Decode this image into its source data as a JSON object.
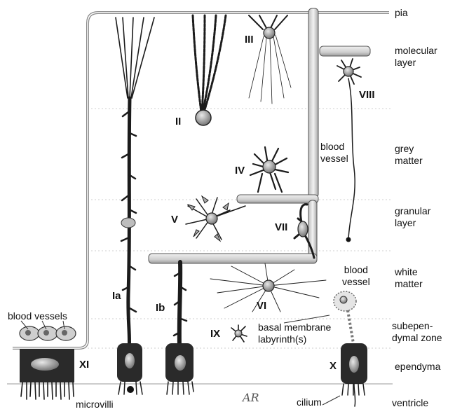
{
  "layers": {
    "pia": "pia",
    "molecular": [
      "molecular",
      "layer"
    ],
    "grey": [
      "grey",
      "matter"
    ],
    "granular": [
      "granular",
      "layer"
    ],
    "white": [
      "white",
      "matter"
    ],
    "subependymal": [
      "subepen-",
      "dymal zone"
    ],
    "ependyma": "ependyma",
    "ventricle": "ventricle"
  },
  "cell_labels": {
    "ia": "Ia",
    "ib": "Ib",
    "ii": "II",
    "iii": "III",
    "iv": "IV",
    "v": "V",
    "vi": "VI",
    "vii": "VII",
    "viii": "VIII",
    "ix": "IX",
    "x": "X",
    "xi": "XI"
  },
  "annotations": {
    "blood_vessel_upper": [
      "blood",
      "vessel"
    ],
    "blood_vessel_lower": [
      "blood",
      "vessel"
    ],
    "blood_vessels": "blood vessels",
    "basal_membrane": [
      "basal membrane",
      "labyrinth(s)"
    ],
    "microvilli": "microvilli",
    "cilium": "cilium",
    "signature": "AR"
  },
  "colors": {
    "ink": "#111111",
    "vessel_fill": "#d9d9d9",
    "cell_fill": "#2a2a2a",
    "nucleus": "#9a9a9a"
  }
}
